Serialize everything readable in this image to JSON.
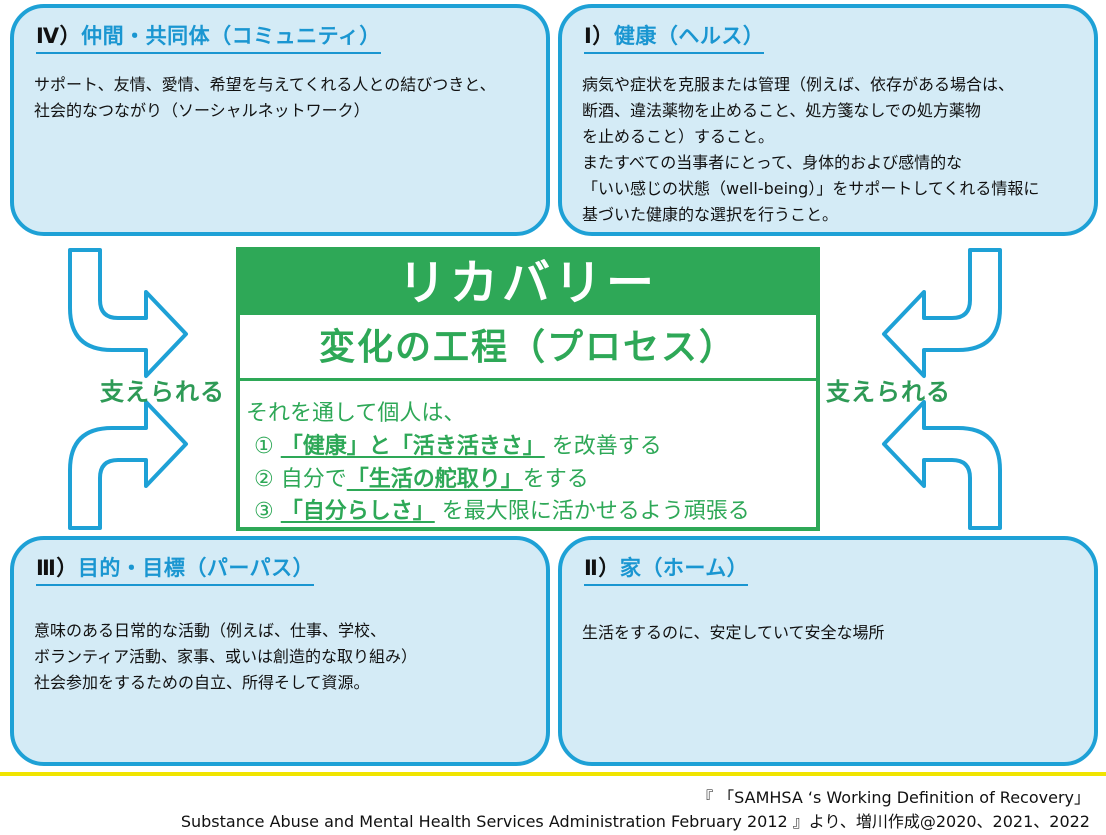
{
  "boxes": {
    "community": {
      "number": "Ⅳ）",
      "title": "仲間・共同体（コミュニティ）",
      "lines": [
        "サポート、友情、愛情、希望を与えてくれる人との結びつきと、",
        "社会的なつながり（ソーシャルネットワーク）"
      ]
    },
    "health": {
      "number": "Ⅰ）",
      "title": "健康（ヘルス）",
      "lines": [
        "病気や症状を克服または管理（例えば、依存がある場合は、",
        "断酒、違法薬物を止めること、処方箋なしでの処方薬物",
        "を止めること）すること。",
        "またすべての当事者にとって、身体的および感情的な",
        "「いい感じの状態（well-being）」をサポートしてくれる情報に",
        "基づいた健康的な選択を行うこと。"
      ]
    },
    "purpose": {
      "number": "Ⅲ）",
      "title": "目的・目標（パーパス）",
      "lines": [
        "意味のある日常的な活動（例えば、仕事、学校、",
        "ボランティア活動、家事、或いは創造的な取り組み）",
        "社会参加をするための自立、所得そして資源。"
      ]
    },
    "home": {
      "number": "Ⅱ）",
      "title": "家（ホーム）",
      "lines": [
        "生活をするのに、安定していて安全な場所"
      ]
    }
  },
  "supported_label": "支えられる",
  "center": {
    "title": "リカバリー",
    "subtitle": "変化の工程（プロセス）",
    "intro": "それを通して個人は、",
    "items": [
      {
        "marker": "①",
        "pre": "",
        "highlight": "「健康」と「活き活きさ」",
        "post": "を改善する"
      },
      {
        "marker": "②",
        "pre": "自分で",
        "highlight": "「生活の舵取り」",
        "post": "をする"
      },
      {
        "marker": "③",
        "pre": "",
        "highlight": "「自分らしさ」",
        "post": "を最大限に活かせるよう頑張る"
      }
    ]
  },
  "credit": {
    "line1": "『 「SAMHSA ‘s Working Definition of Recovery」",
    "line2": "Substance Abuse and Mental Health Services Administration  February 2012  』より、増川作成@2020、2021、2022"
  },
  "colors": {
    "box_fill": "#d4ebf6",
    "box_border": "#1ea1d6",
    "title_blue": "#1a96d1",
    "green": "#2ea857",
    "divider_yellow": "#f0e400"
  }
}
